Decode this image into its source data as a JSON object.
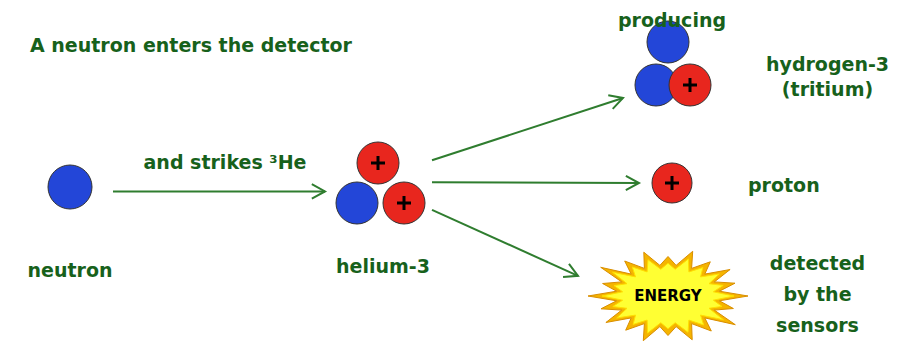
{
  "diagram": {
    "nodes": [
      {
        "text": [
          "neutron"
        ]
      },
      {
        "text": [
          "helium-3"
        ]
      },
      {
        "text": [
          "hydrogen-3 (tritium)"
        ]
      },
      {
        "text": [
          "proton"
        ]
      },
      {
        "text": [
          "ENERGY",
          "detected by the sensors"
        ]
      }
    ],
    "edges": [
      {
        "from": 0,
        "to": 1,
        "arrow": "to",
        "label": "and strikes ³He"
      },
      {
        "from": 1,
        "to": 2,
        "arrow": "to"
      },
      {
        "from": 1,
        "to": 3,
        "arrow": "to"
      },
      {
        "from": 1,
        "to": 4,
        "arrow": "to"
      }
    ],
    "labels": [
      "A neutron enters the detector",
      "producing"
    ]
  }
}
